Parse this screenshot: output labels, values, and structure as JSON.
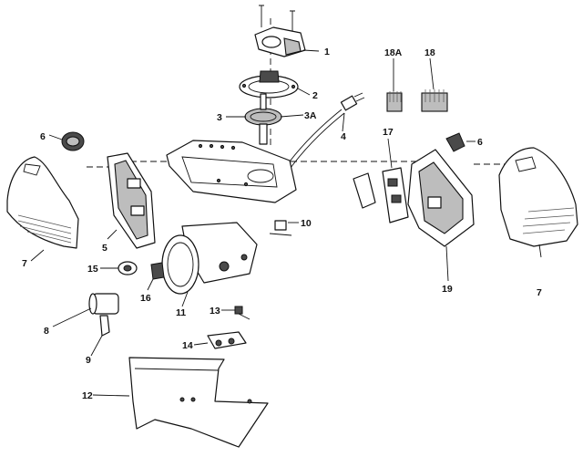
{
  "diagram": {
    "callouts": [
      {
        "id": "c1",
        "text": "1"
      },
      {
        "id": "c2",
        "text": "2"
      },
      {
        "id": "c3",
        "text": "3"
      },
      {
        "id": "c3a",
        "text": "3A"
      },
      {
        "id": "c4",
        "text": "4"
      },
      {
        "id": "c5",
        "text": "5"
      },
      {
        "id": "c6l",
        "text": "6"
      },
      {
        "id": "c6r",
        "text": "6"
      },
      {
        "id": "c7l",
        "text": "7"
      },
      {
        "id": "c7r",
        "text": "7"
      },
      {
        "id": "c8",
        "text": "8"
      },
      {
        "id": "c9",
        "text": "9"
      },
      {
        "id": "c10",
        "text": "10"
      },
      {
        "id": "c11",
        "text": "11"
      },
      {
        "id": "c12",
        "text": "12"
      },
      {
        "id": "c13",
        "text": "13"
      },
      {
        "id": "c14",
        "text": "14"
      },
      {
        "id": "c15",
        "text": "15"
      },
      {
        "id": "c16",
        "text": "16"
      },
      {
        "id": "c17",
        "text": "17"
      },
      {
        "id": "c18",
        "text": "18"
      },
      {
        "id": "c18a",
        "text": "18A"
      },
      {
        "id": "c19",
        "text": "19"
      }
    ]
  }
}
